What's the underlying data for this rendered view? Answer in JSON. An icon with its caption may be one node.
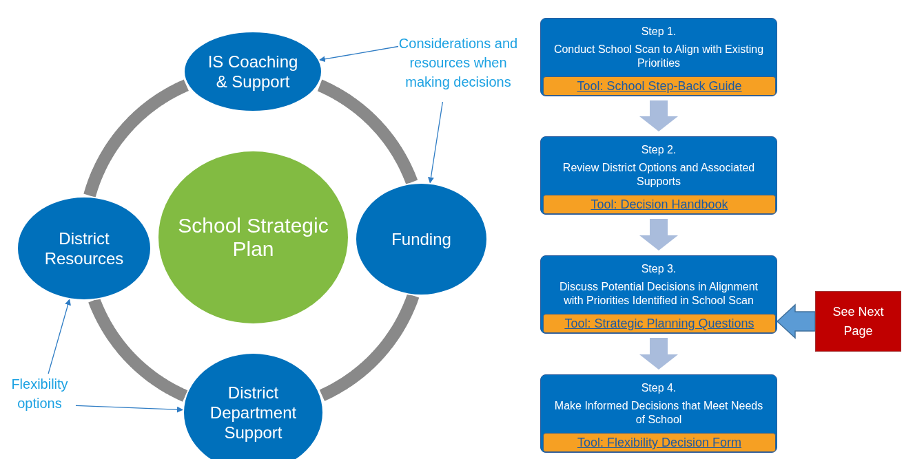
{
  "diagram": {
    "nodes": [
      {
        "text": [
          "IS Coaching & Support"
        ]
      },
      {
        "text": [
          "District Resources"
        ]
      },
      {
        "text": [
          "School Strategic Plan"
        ]
      },
      {
        "text": [
          "Funding"
        ]
      },
      {
        "text": [
          "District Department Support"
        ]
      },
      {
        "text": [
          "Considerations and resources when making decisions"
        ]
      },
      {
        "text": [
          "Flexibility options"
        ]
      },
      {
        "text": [
          "Step 1.",
          "Conduct School Scan to Align with Existing Priorities"
        ]
      },
      {
        "text": [
          "Tool: School Step-Back Guide"
        ],
        "in": 7
      },
      {
        "text": [
          "Step 2.",
          "Review District Options and Associated Supports"
        ]
      },
      {
        "text": [
          "Tool: Decision Handbook"
        ],
        "in": 9
      },
      {
        "text": [
          "Step 3.",
          "Discuss Potential Decisions in Alignment with Priorities Identified in School Scan"
        ]
      },
      {
        "text": [
          "Tool: Strategic Planning Questions"
        ],
        "in": 11
      },
      {
        "text": [
          "Step 4.",
          "Make Informed Decisions that Meet Needs of School"
        ]
      },
      {
        "text": [
          "Tool: Flexibility Decision Form"
        ],
        "in": 13
      },
      {
        "text": [
          "See Next Page"
        ]
      }
    ],
    "edges": [
      {
        "from": 5,
        "to": 0,
        "arrow": "to"
      },
      {
        "from": 5,
        "to": 3,
        "arrow": "to"
      },
      {
        "from": 6,
        "to": 1,
        "arrow": "to"
      },
      {
        "from": 6,
        "to": 4,
        "arrow": "to"
      },
      {
        "from": 0,
        "to": 3,
        "arrow": "none",
        "style": "thick",
        "color": "#898989"
      },
      {
        "from": 3,
        "to": 4,
        "arrow": "none",
        "style": "thick",
        "color": "#898989"
      },
      {
        "from": 4,
        "to": 1,
        "arrow": "none",
        "style": "thick",
        "color": "#898989"
      },
      {
        "from": 1,
        "to": 0,
        "arrow": "none",
        "style": "thick",
        "color": "#898989"
      },
      {
        "from": 7,
        "to": 9,
        "arrow": "to",
        "style": "thick",
        "color": "#a9bcdc"
      },
      {
        "from": 9,
        "to": 11,
        "arrow": "to",
        "style": "thick",
        "color": "#a9bcdc"
      },
      {
        "from": 11,
        "to": 13,
        "arrow": "to",
        "style": "thick",
        "color": "#a9bcdc"
      },
      {
        "from": 15,
        "to": 11,
        "arrow": "to",
        "style": "thick",
        "color": "#5b9bd5"
      }
    ]
  }
}
